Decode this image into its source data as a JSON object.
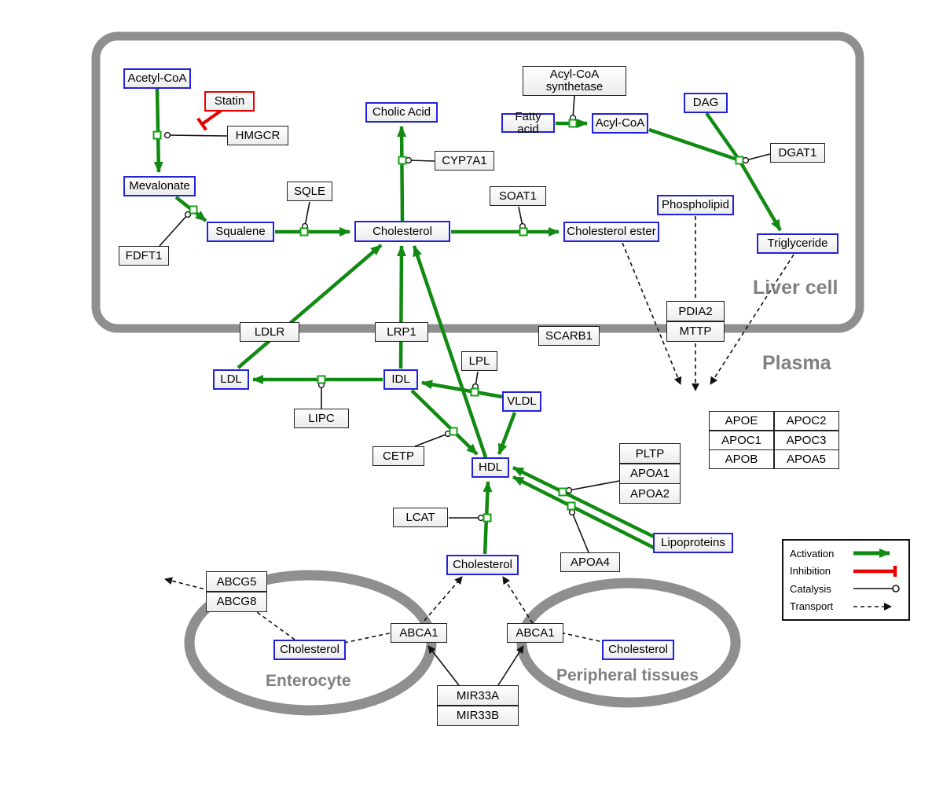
{
  "compartments": {
    "liver": "Liver cell",
    "plasma": "Plasma",
    "enterocyte": "Enterocyte",
    "peripheral": "Peripheral tissues"
  },
  "metabolites": {
    "acetyl_coa": "Acetyl-CoA",
    "mevalonate": "Mevalonate",
    "squalene": "Squalene",
    "cholic_acid": "Cholic Acid",
    "cholesterol_liver": "Cholesterol",
    "fatty_acid": "Fatty acid",
    "acyl_coa": "Acyl-CoA",
    "dag": "DAG",
    "phospholipid": "Phospholipid",
    "cholesterol_ester": "Cholesterol ester",
    "triglyceride": "Triglyceride",
    "ldl": "LDL",
    "idl": "IDL",
    "vldl": "VLDL",
    "hdl": "HDL",
    "lipoproteins": "Lipoproteins",
    "cholesterol_plasma": "Cholesterol",
    "cholesterol_enterocyte": "Cholesterol",
    "cholesterol_peripheral": "Cholesterol"
  },
  "drugs": {
    "statin": "Statin"
  },
  "proteins": {
    "hmgcr": "HMGCR",
    "sqle": "SQLE",
    "fdft1": "FDFT1",
    "cyp7a1": "CYP7A1",
    "soat1": "SOAT1",
    "acyl_coa_synthetase_line1": "Acyl-CoA",
    "acyl_coa_synthetase_line2": "synthetase",
    "dgat1": "DGAT1",
    "pdia2": "PDIA2",
    "mttp": "MTTP",
    "ldlr": "LDLR",
    "lrp1": "LRP1",
    "scarb1": "SCARB1",
    "lpl": "LPL",
    "lipc": "LIPC",
    "cetp": "CETP",
    "lcat": "LCAT",
    "pltp": "PLTP",
    "apoa1": "APOA1",
    "apoa2": "APOA2",
    "apoa4": "APOA4",
    "abcg5": "ABCG5",
    "abcg8": "ABCG8",
    "abca1_enterocyte": "ABCA1",
    "abca1_peripheral": "ABCA1",
    "mir33a": "MIR33A",
    "mir33b": "MIR33B"
  },
  "apo_table": {
    "rows": [
      [
        "APOE",
        "APOC2"
      ],
      [
        "APOC1",
        "APOC3"
      ],
      [
        "APOB",
        "APOA5"
      ]
    ]
  },
  "legend": {
    "activation": "Activation",
    "inhibition": "Inhibition",
    "catalysis": "Catalysis",
    "transport": "Transport"
  },
  "colors": {
    "activation_green": "#118a11",
    "inhibition_red": "#e80000",
    "metabolite_border_blue": "#2222dd",
    "membrane_gray": "#8f8f8f",
    "reaction_node_green": "#15a015"
  }
}
